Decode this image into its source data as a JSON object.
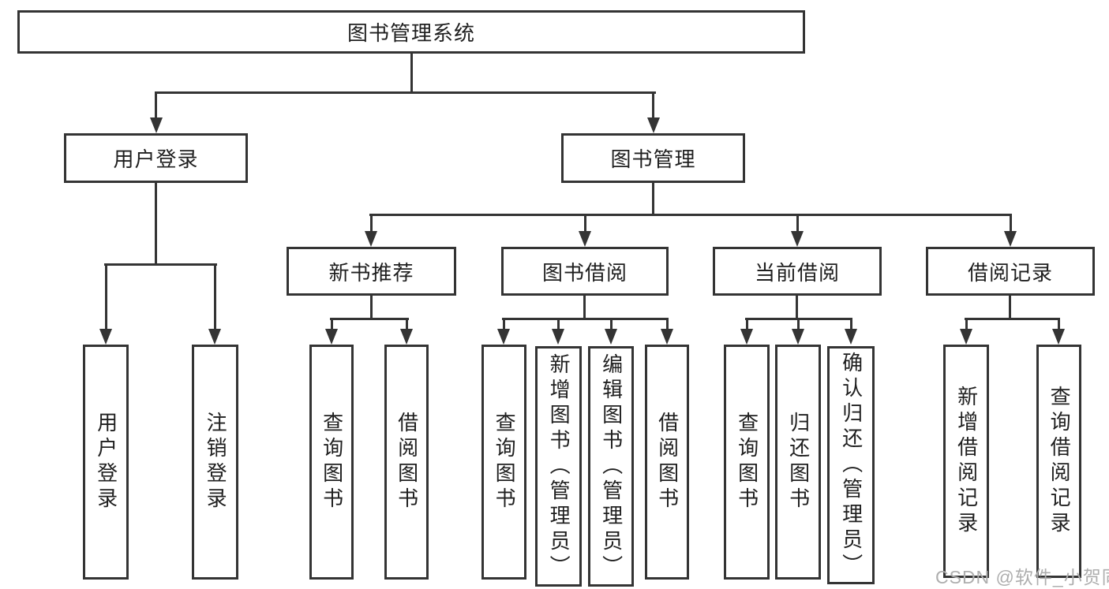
{
  "root": {
    "label": "图书管理系统"
  },
  "branches": {
    "user_login": {
      "label": "用户登录",
      "children": [
        "用户登录",
        "注销登录"
      ]
    },
    "book_management": {
      "label": "图书管理",
      "children": {
        "new_book_recommend": {
          "label": "新书推荐",
          "children": [
            "查询图书",
            "借阅图书"
          ]
        },
        "book_borrow": {
          "label": "图书借阅",
          "children": [
            "查询图书",
            "新增图书（管理员）",
            "编辑图书（管理员）",
            "借阅图书"
          ]
        },
        "current_borrow": {
          "label": "当前借阅",
          "children": [
            "查询图书",
            "归还图书",
            "确认归还（管理员）"
          ]
        },
        "borrow_record": {
          "label": "借阅记录",
          "children": [
            "新增借阅记录",
            "查询借阅记录"
          ]
        }
      }
    }
  },
  "watermark": "CSDN @软件_小贺同学",
  "colors": {
    "line": "#343434",
    "text": "#1f1f1f",
    "background": "#ffffff",
    "watermark": "#aeaeae"
  }
}
